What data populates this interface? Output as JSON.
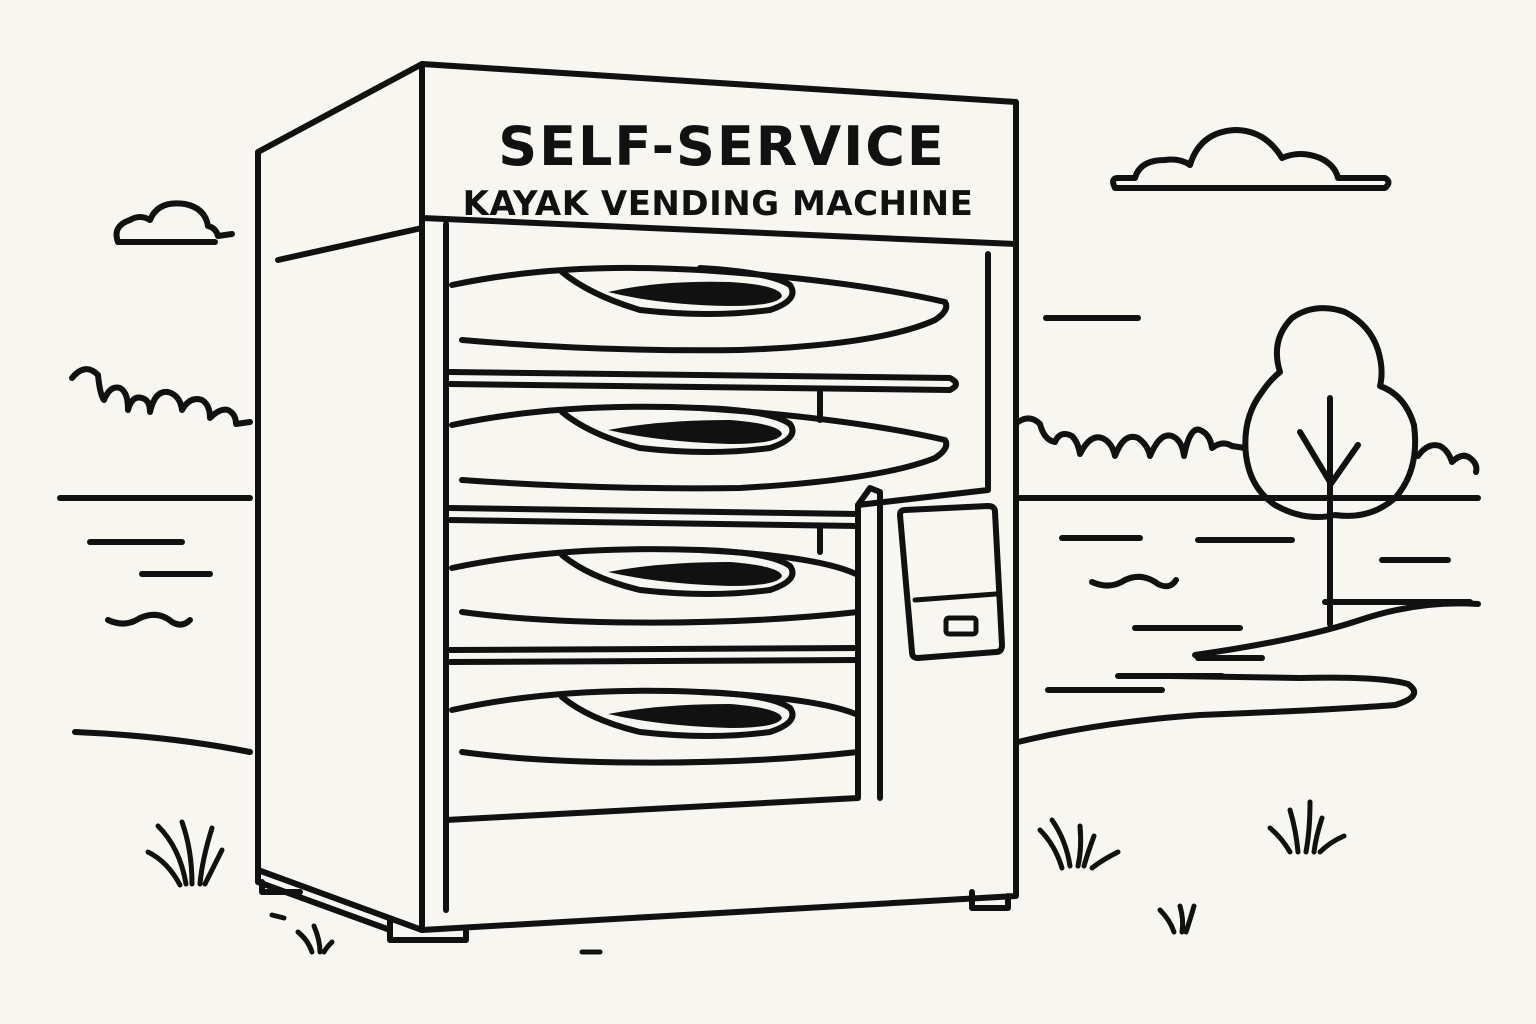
{
  "sign": {
    "line1": "SELF-SERVICE",
    "line2": "KAYAK VENDING MACHINE"
  },
  "machine": {
    "kayak_count": 4,
    "icons": [
      "payment-screen-icon",
      "card-slot-icon"
    ]
  },
  "colors": {
    "ink": "#111111",
    "paper": "#f8f6f0"
  }
}
